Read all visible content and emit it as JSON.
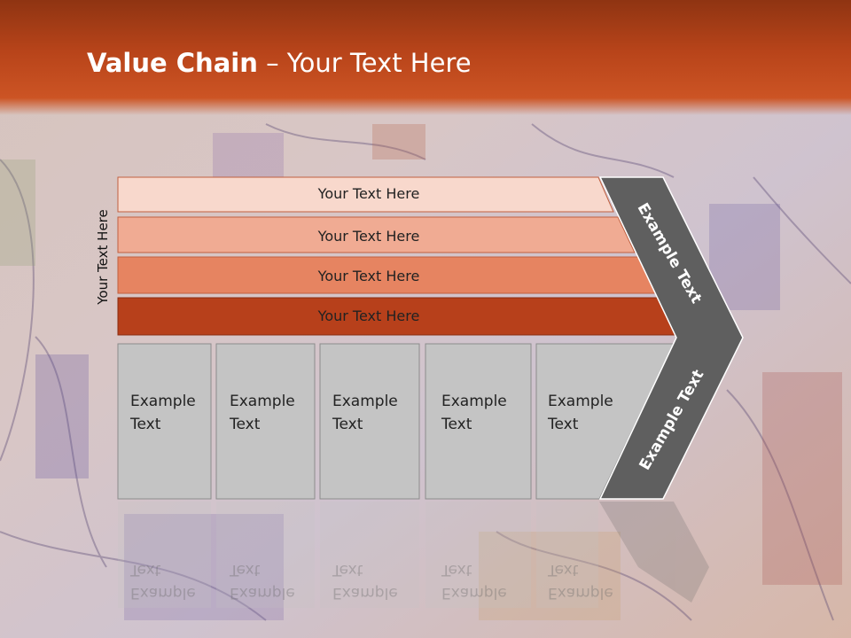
{
  "title": {
    "bold": "Value Chain",
    "rest": " – Your Text Here"
  },
  "side_label": "Your Text Here",
  "bars": [
    {
      "label": "Your Text Here",
      "color": "#f8d8cc"
    },
    {
      "label": "Your Text Here",
      "color": "#f0ab93"
    },
    {
      "label": "Your Text Here",
      "color": "#e68461"
    },
    {
      "label": "Your Text Here",
      "color": "#b7401b"
    }
  ],
  "boxes": [
    {
      "line1": "Example",
      "line2": "Text"
    },
    {
      "line1": "Example",
      "line2": "Text"
    },
    {
      "line1": "Example",
      "line2": "Text"
    },
    {
      "line1": "Example",
      "line2": "Text"
    },
    {
      "line1": "Example",
      "line2": "Text"
    }
  ],
  "chevron": {
    "top_label": "Example Text",
    "bottom_label": "Example Text",
    "color": "#5f5f5f"
  },
  "colors": {
    "header": "#b8441a",
    "box": "#c4c4c4"
  }
}
